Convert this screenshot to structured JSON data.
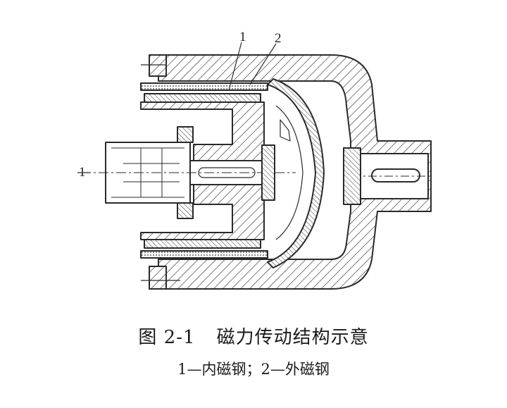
{
  "figure": {
    "callouts": {
      "inner": "1",
      "outer": "2",
      "axis": "1"
    },
    "caption": {
      "number": "图 2-1",
      "title": "磁力传动结构示意",
      "legend": "1—内磁钢；2—外磁钢"
    }
  },
  "colors": {
    "ink": "#2a2a2a",
    "paper": "#ffffff"
  }
}
